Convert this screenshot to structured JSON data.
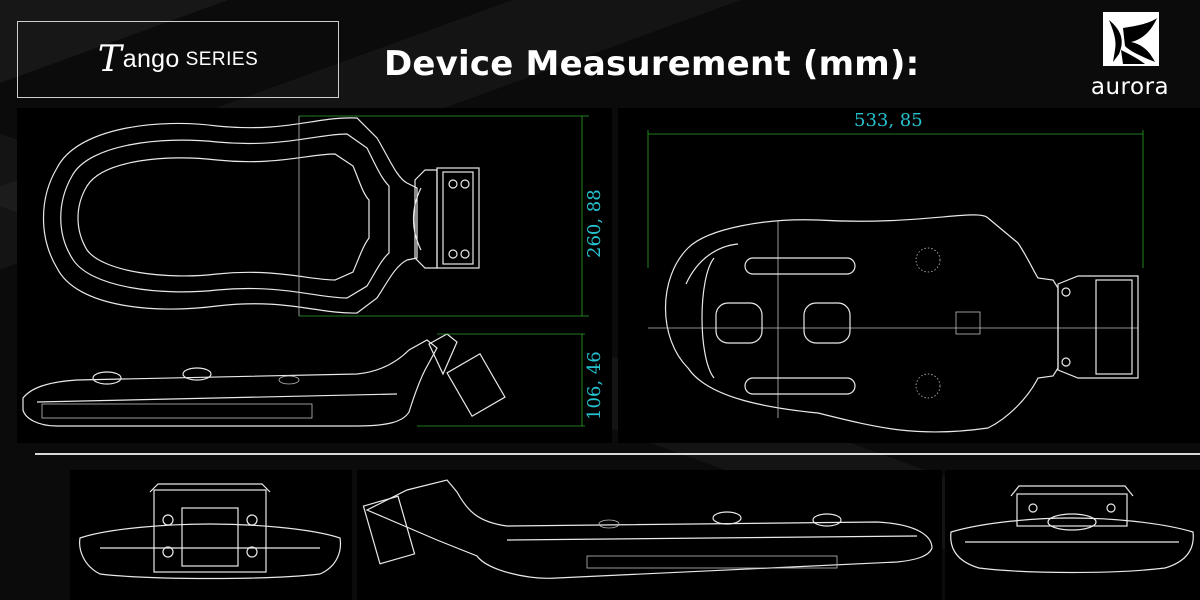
{
  "header": {
    "series_initial": "T",
    "series_name_rest": "ango",
    "series_word": "SERIES",
    "title": "Device Measurement (mm):"
  },
  "logo": {
    "text": "aurora",
    "icon": "aurora-wing-logo-icon"
  },
  "dimensions": {
    "width": "260, 88",
    "length": "533, 85",
    "height": "106, 46"
  },
  "colors": {
    "dimension_line": "#2aa52a",
    "dimension_text": "#27c2cf",
    "background": "#0a0a0a",
    "line_art": "#e9e9e9"
  }
}
